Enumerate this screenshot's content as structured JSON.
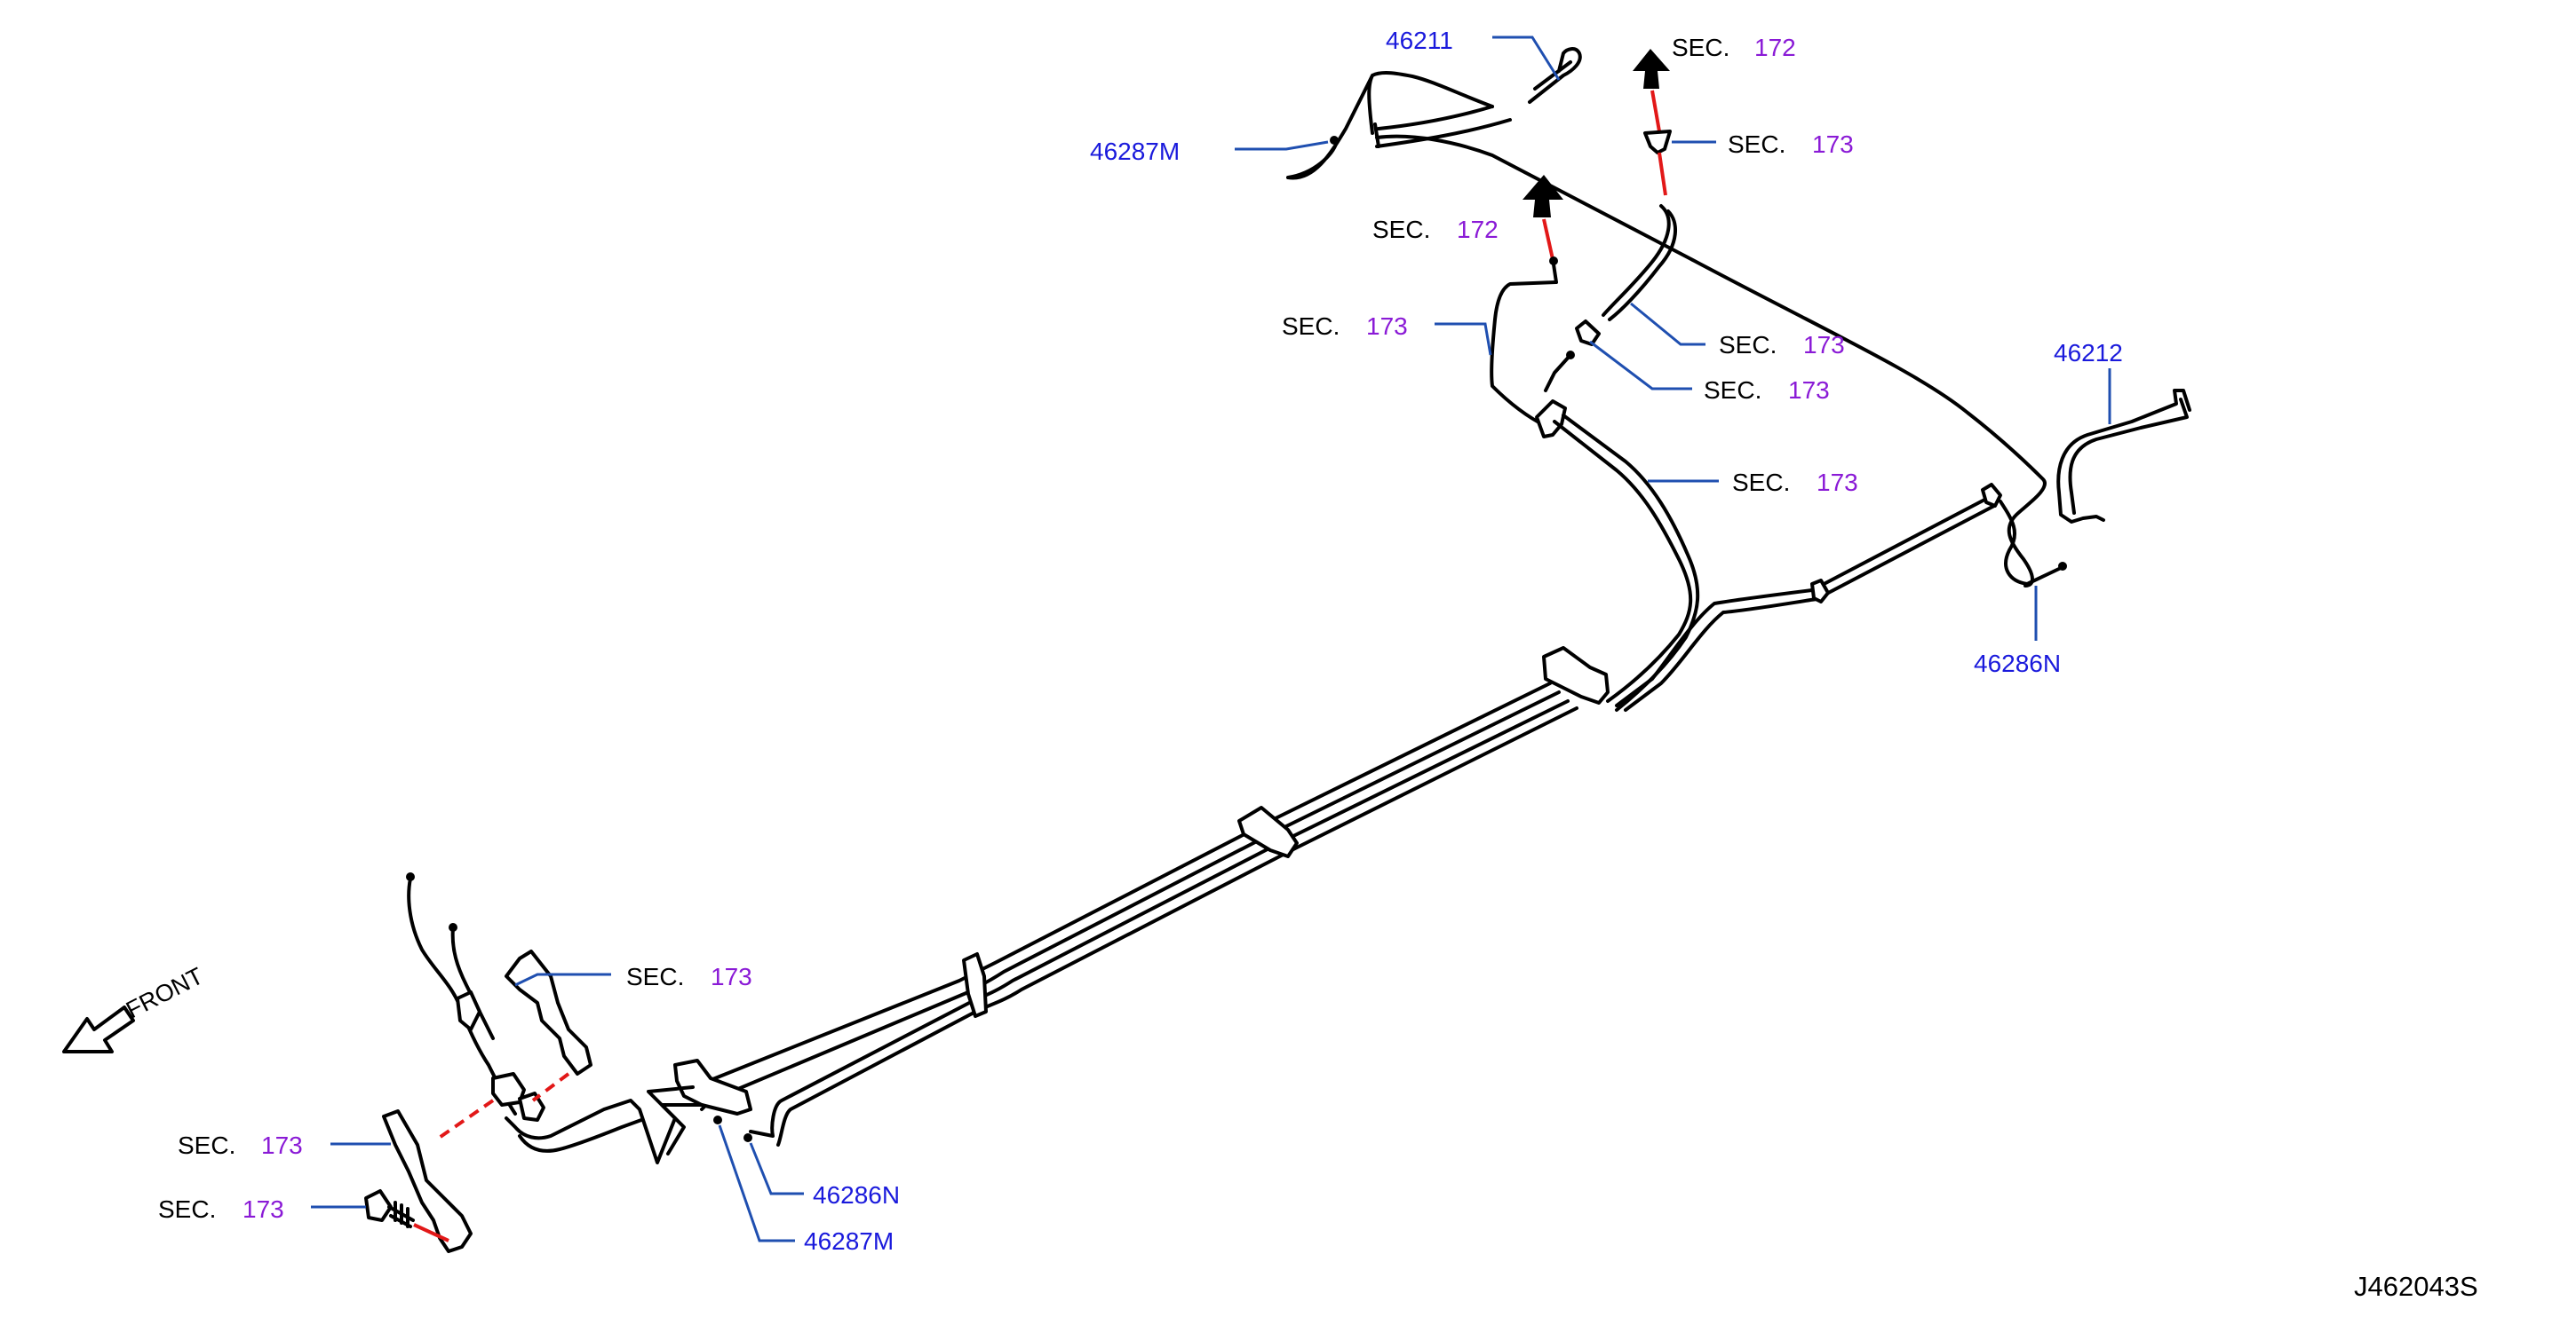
{
  "labels": {
    "p46211": "46211",
    "p46287m_top": "46287M",
    "p46212": "46212",
    "p46286n_right": "46286N",
    "p46286n_bottom": "46286N",
    "p46287m_bottom": "46287M"
  },
  "sections": {
    "sec_word": "SEC.",
    "top_arrow_right": "172",
    "top_right_fitting": "173",
    "mid_arrow": "172",
    "left_upper_tube": "173",
    "right_hose_a": "173",
    "right_hose_b": "173",
    "mid_right_tube": "173",
    "front_bracket": "173",
    "front_lower_bracket": "173",
    "bolt": "173"
  },
  "front_label": "FRONT",
  "diagram_code": "J462043S"
}
